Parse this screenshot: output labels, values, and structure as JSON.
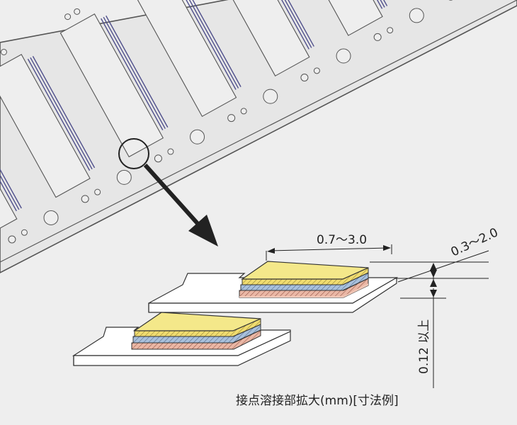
{
  "dimensions": {
    "width_range": "0.7～3.0",
    "depth_range": "0.3～2.0",
    "thickness_min": "0.12 以上"
  },
  "caption": "接点溶接部拡大(mm)[寸法例]",
  "colors": {
    "background": "#eeeeee",
    "strip_fill": "#e6e6e6",
    "strip_stroke": "#555555",
    "groove": "#50508c",
    "contact_top": "#f4e88a",
    "contact_top_layer": "#e8d860",
    "contact_middle": "#a8c0dc",
    "contact_bottom": "#eab7a5",
    "base_plate": "#ffffff"
  },
  "icons": [
    "magnifier-circle-icon",
    "arrow-down-right-icon"
  ]
}
